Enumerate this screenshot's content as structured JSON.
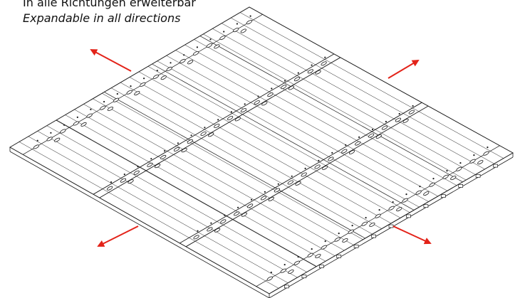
{
  "caption": {
    "german": "In alle Richtungen erweiterbar",
    "english": "Expandable in all directions"
  },
  "colors": {
    "arrow": "#e32319",
    "line": "#1a1a1a",
    "background": "#ffffff"
  },
  "drawing": {
    "type": "isometric-technical-drawing",
    "subject": "modular panel floor assembly",
    "module_rows": 3,
    "module_columns": 5,
    "expansion_arrows": [
      "up-left",
      "up-right",
      "down-left",
      "down-right"
    ]
  }
}
